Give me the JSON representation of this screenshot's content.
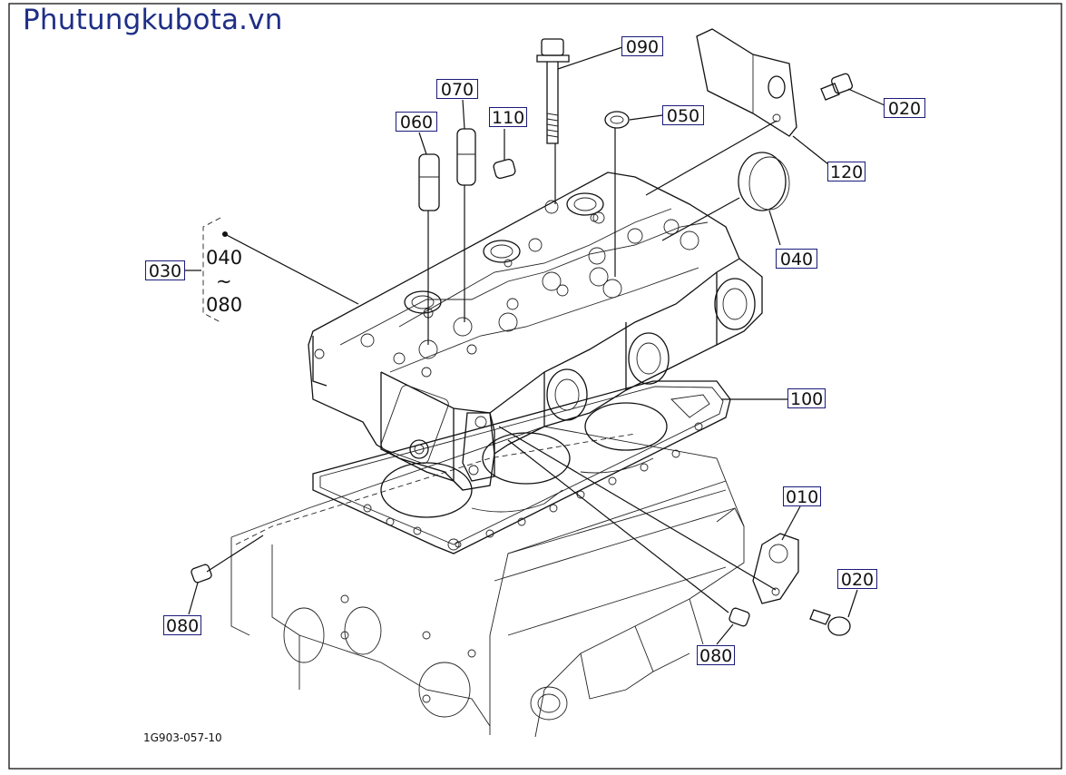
{
  "watermark": "Phutungkubota.vn",
  "diagram_code": "1G903-057-10",
  "group_range": {
    "from": "040",
    "tilde": "~",
    "to": "080"
  },
  "parts": [
    {
      "id": "090"
    },
    {
      "id": "070"
    },
    {
      "id": "060"
    },
    {
      "id": "110"
    },
    {
      "id": "050"
    },
    {
      "id": "020"
    },
    {
      "id": "120"
    },
    {
      "id": "040"
    },
    {
      "id": "030"
    },
    {
      "id": "100"
    },
    {
      "id": "010"
    },
    {
      "id": "020"
    },
    {
      "id": "080"
    },
    {
      "id": "080"
    }
  ]
}
